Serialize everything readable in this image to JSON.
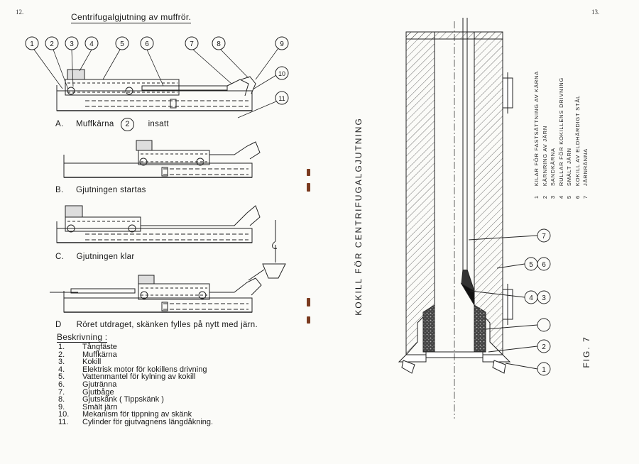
{
  "left_page": {
    "page_number": "12.",
    "title": "Centrifugalgjutning av muffrör.",
    "callouts": [
      "1",
      "2",
      "3",
      "4",
      "5",
      "6",
      "7",
      "8",
      "9",
      "10",
      "11"
    ],
    "captions": {
      "a_letter": "A.",
      "a_text": "Muffkärna",
      "a_circle": "2",
      "a_text2": "insatt",
      "b_letter": "B.",
      "b_text": "Gjutningen startas",
      "c_letter": "C.",
      "c_text": "Gjutningen klar",
      "d_letter": "D",
      "d_text": "Röret utdraget, skänken fylles på nytt med järn."
    },
    "description_heading": "Beskrivning :",
    "description": [
      {
        "n": "1.",
        "text": "Tångfäste"
      },
      {
        "n": "2.",
        "text": "Muffkärna"
      },
      {
        "n": "3.",
        "text": "Kokill"
      },
      {
        "n": "4.",
        "text": "Elektrisk motor för kokillens drivning"
      },
      {
        "n": "5.",
        "text": "Vattenmantel för kylning av kokill"
      },
      {
        "n": "6.",
        "text": "Gjutränna"
      },
      {
        "n": "7.",
        "text": "Gjutbåge"
      },
      {
        "n": "8.",
        "text": "Gjutskänk ( Tippskänk )"
      },
      {
        "n": "9.",
        "text": "Smält järn"
      },
      {
        "n": "10.",
        "text": "Mekanism för tippning av skänk"
      },
      {
        "n": "11.",
        "text": "Cylinder för gjutvagnens längdåkning."
      }
    ]
  },
  "right_page": {
    "page_number": "13.",
    "vertical_title": "KOKILL FÖR CENTRIFUGALGJUTNING",
    "callouts": [
      "7",
      "6",
      "5",
      "4",
      "3",
      "2",
      "1"
    ],
    "legend": [
      {
        "n": "1",
        "text": "KILAR FÖR FASTSÄTTNING AV KÄRNA"
      },
      {
        "n": "2",
        "text": "KÄRNRING AV JÄRN"
      },
      {
        "n": "3",
        "text": "SANDKÄRNA"
      },
      {
        "n": "4",
        "text": "RULLAR FÖR KOKILLENS DRIVNING"
      },
      {
        "n": "5",
        "text": "SMÄLT JÄRN"
      },
      {
        "n": "6",
        "text": "KOKILL AV ELDHÄRDIGT STÅL"
      },
      {
        "n": "7",
        "text": "JÄRNRÄNNA"
      }
    ],
    "figure_label": "FIG. 7"
  }
}
